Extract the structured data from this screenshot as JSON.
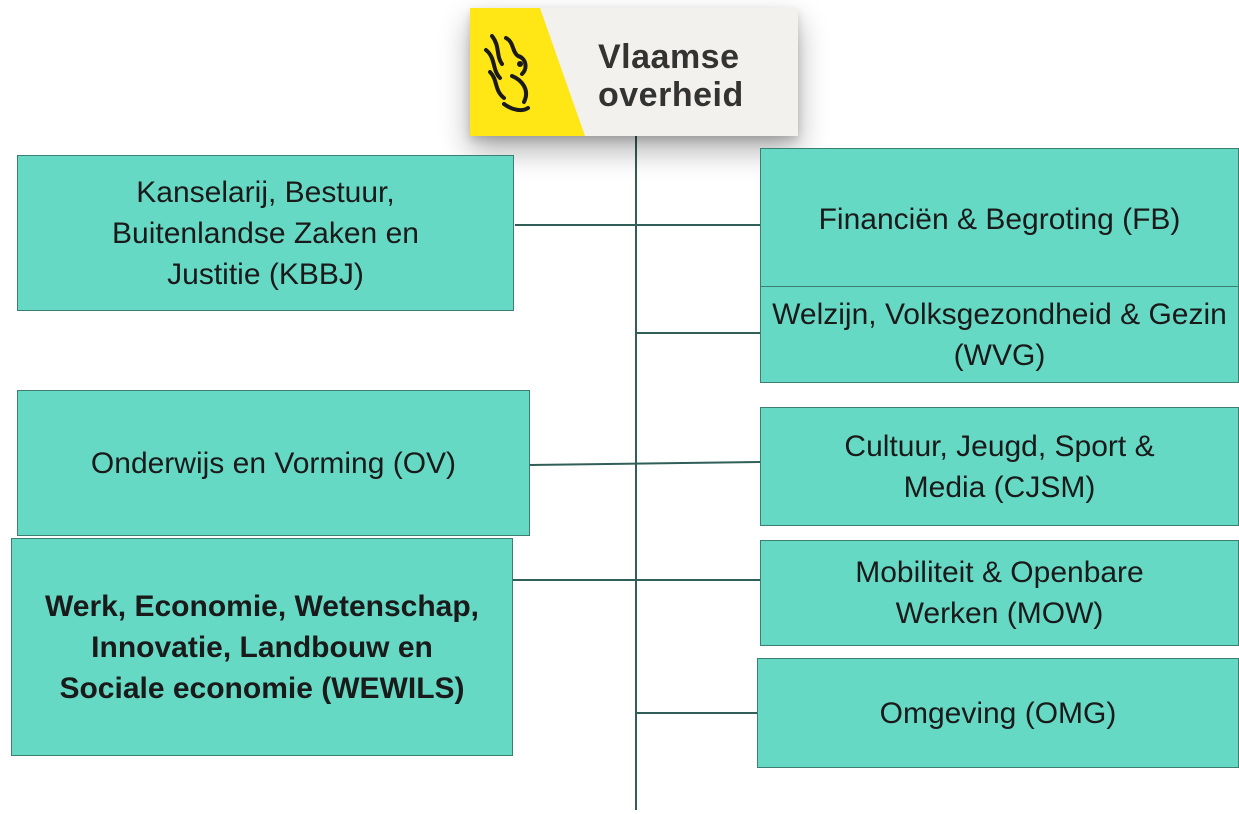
{
  "logo": {
    "line1": "Vlaamse",
    "line2": "overheid",
    "colors": {
      "yellow": "#ffe615",
      "background": "#f2f1ee",
      "text": "#333332"
    },
    "icon": "flemish-lion-icon"
  },
  "colors": {
    "box_fill": "#66d9c5",
    "box_border": "#3c7e72",
    "connector": "#2f5f57"
  },
  "departments": {
    "kbbj": "Kanselarij, Bestuur, Buitenlandse Zaken en Justitie (KBBJ)",
    "fb": "Financiën & Begroting (FB)",
    "wvg": "Welzijn, Volksgezondheid & Gezin (WVG)",
    "ov": "Onderwijs en Vorming (OV)",
    "cjsm": "Cultuur, Jeugd, Sport & Media (CJSM)",
    "wewils": "Werk, Economie, Wetenschap, Innovatie, Landbouw en Sociale economie (WEWILS)",
    "mow": "Mobiliteit & Openbare Werken (MOW)",
    "omg": "Omgeving (OMG)"
  }
}
